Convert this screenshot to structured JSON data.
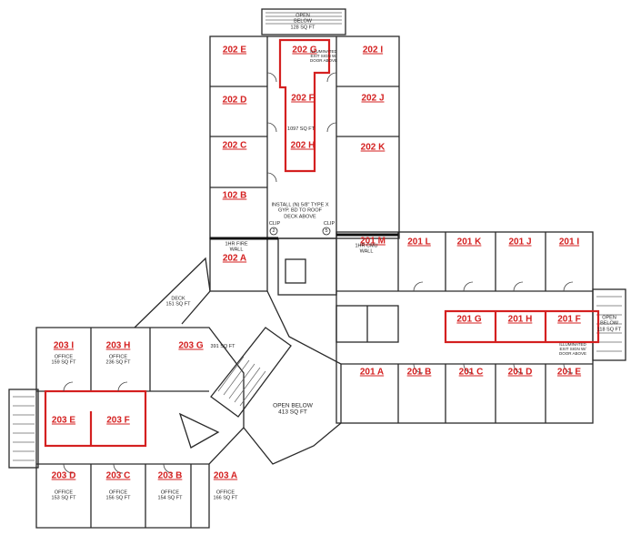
{
  "colors": {
    "wall": "#2a2a2a",
    "highlight": "#d42020",
    "hatch": "#666666"
  },
  "rooms": [
    {
      "id": "202-e",
      "label": "202 E"
    },
    {
      "id": "202-g",
      "label": "202 G"
    },
    {
      "id": "202-i",
      "label": "202 I"
    },
    {
      "id": "202-d",
      "label": "202 D"
    },
    {
      "id": "202-f",
      "label": "202 F"
    },
    {
      "id": "202-j",
      "label": "202 J"
    },
    {
      "id": "202-c",
      "label": "202 C"
    },
    {
      "id": "202-h",
      "label": "202 H"
    },
    {
      "id": "202-k",
      "label": "202 K"
    },
    {
      "id": "102-b",
      "label": "102 B"
    },
    {
      "id": "202-a",
      "label": "202 A"
    },
    {
      "id": "201-m",
      "label": "201 M"
    },
    {
      "id": "201-l",
      "label": "201 L"
    },
    {
      "id": "201-k",
      "label": "201 K"
    },
    {
      "id": "201-j",
      "label": "201 J"
    },
    {
      "id": "201-i",
      "label": "201 I"
    },
    {
      "id": "201-g",
      "label": "201 G"
    },
    {
      "id": "201-h",
      "label": "201 H"
    },
    {
      "id": "201-f",
      "label": "201 F"
    },
    {
      "id": "201-a",
      "label": "201 A"
    },
    {
      "id": "201-b",
      "label": "201 B"
    },
    {
      "id": "201-c",
      "label": "201 C"
    },
    {
      "id": "201-d",
      "label": "201 D"
    },
    {
      "id": "201-e",
      "label": "201 E"
    },
    {
      "id": "203-i",
      "label": "203 I"
    },
    {
      "id": "203-h",
      "label": "203 H"
    },
    {
      "id": "203-g",
      "label": "203 G"
    },
    {
      "id": "203-e",
      "label": "203 E"
    },
    {
      "id": "203-f",
      "label": "203 F"
    },
    {
      "id": "203-d",
      "label": "203 D"
    },
    {
      "id": "203-c",
      "label": "203 C"
    },
    {
      "id": "203-b",
      "label": "203 B"
    },
    {
      "id": "203-a",
      "label": "203 A"
    }
  ],
  "notes": {
    "open_below_top": "OPEN\nBELOW\n128 SQ FT",
    "area_202_fh": "1097 SQ FT",
    "install_note": "INSTALL (N) 5/8\" TYPE X\nGYP. BD TO ROOF\nDECK ABOVE",
    "fire_wall_left": "1HR FIRE\nWALL",
    "fire_wall_right": "1HR CMU\nWALL",
    "deck": "DECK\n151 SQ FT",
    "area_203_g": "391 SQ FT",
    "office_203_i": "OFFICE\n159 SQ FT",
    "office_203_h": "OFFICE\n236 SQ FT",
    "open_below_center": "OPEN BELOW\n413 SQ FT",
    "open_below_right": "OPEN\nBELOW\n118 SQ FT",
    "office_203_d": "OFFICE\n153 SQ FT",
    "office_203_c": "OFFICE\n156 SQ FT",
    "office_203_b": "OFFICE\n154 SQ FT",
    "office_203_a": "OFFICE\n166 SQ FT",
    "exit_note_top": "ILLUMINATED\nEXIT SIGN W/\nDOOR ABOVE",
    "exit_note_right": "ILLUMINATED\nEXIT SIGN W/\nDOOR ABOVE",
    "clip_left": "CLIP",
    "clip_right": "CLIP",
    "marker_2": "2",
    "marker_5": "5"
  }
}
